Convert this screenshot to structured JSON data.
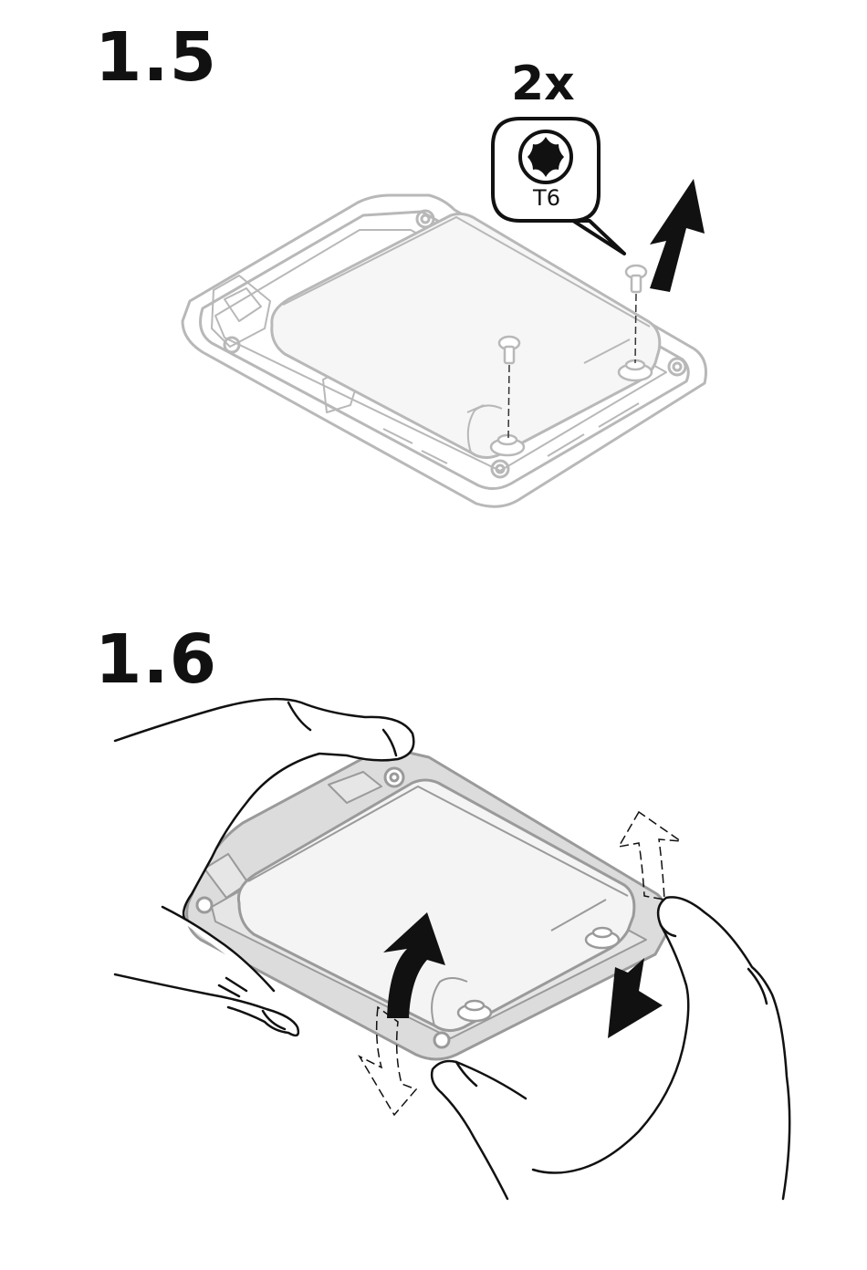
{
  "steps": [
    {
      "number": "1.5"
    },
    {
      "number": "1.6"
    }
  ],
  "callout": {
    "quantity": "2x",
    "bit": "T6",
    "icon": "torx-icon"
  },
  "colors": {
    "ink": "#111111",
    "device_line": "#b8b8b8",
    "device_fill": "#dddddd",
    "battery_fill": "#f4f4f4"
  }
}
